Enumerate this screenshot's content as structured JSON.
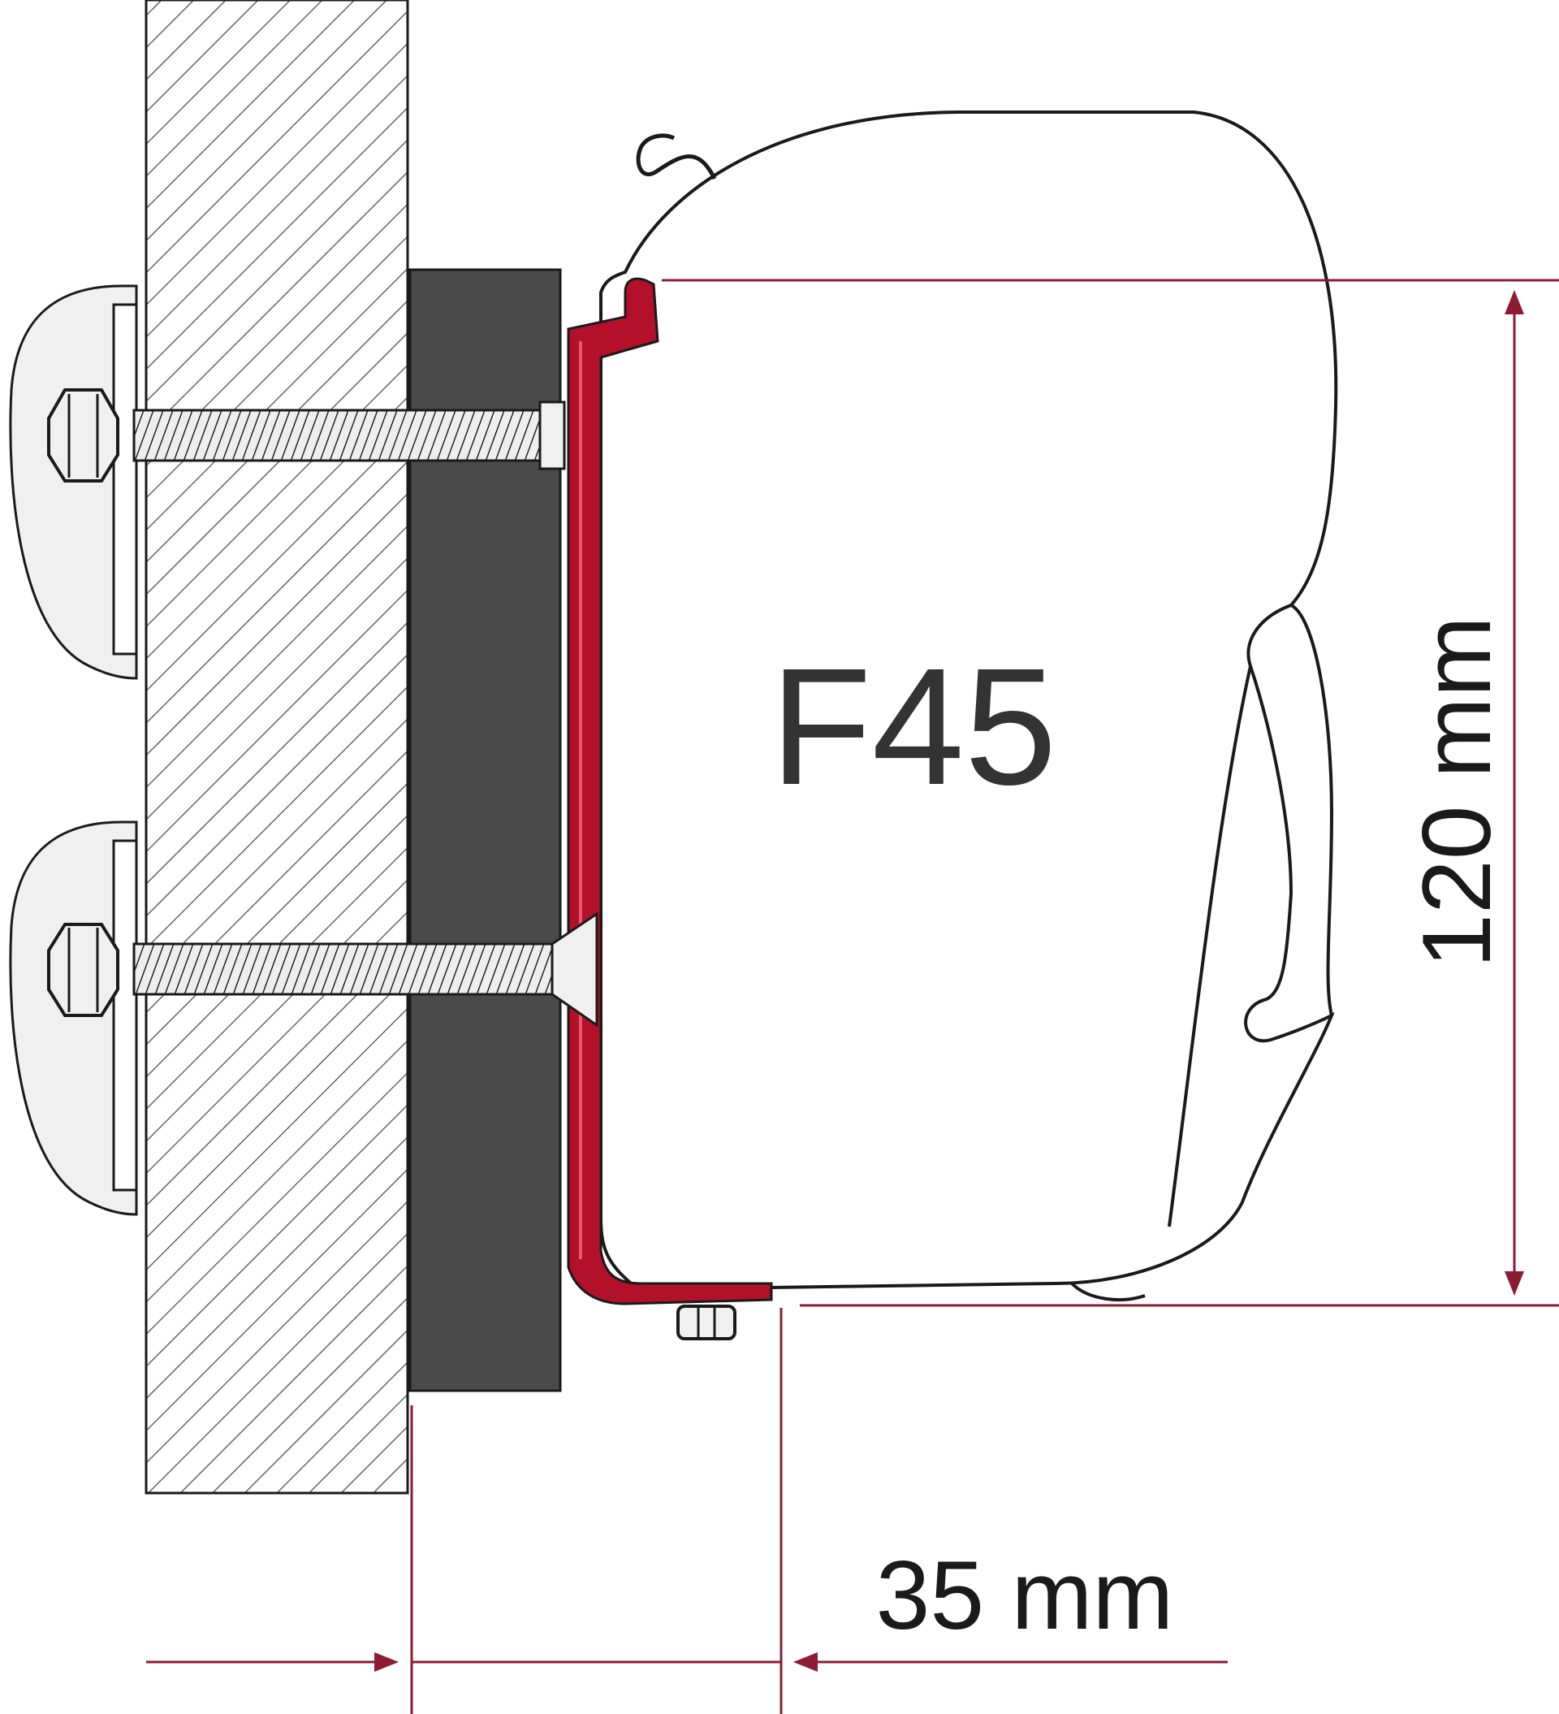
{
  "labels": {
    "awning_model": "F45",
    "height_dimension": "120 mm",
    "offset_dimension": "35 mm"
  },
  "colors": {
    "bracket": "#b3102a",
    "dimension_line": "#8c1b33",
    "spacer": "#4a4a4a",
    "wall_hatch": "#666666",
    "bolt": "#e6e6e6",
    "cap": "#f0f0f0",
    "outline": "#1a1a1a"
  }
}
